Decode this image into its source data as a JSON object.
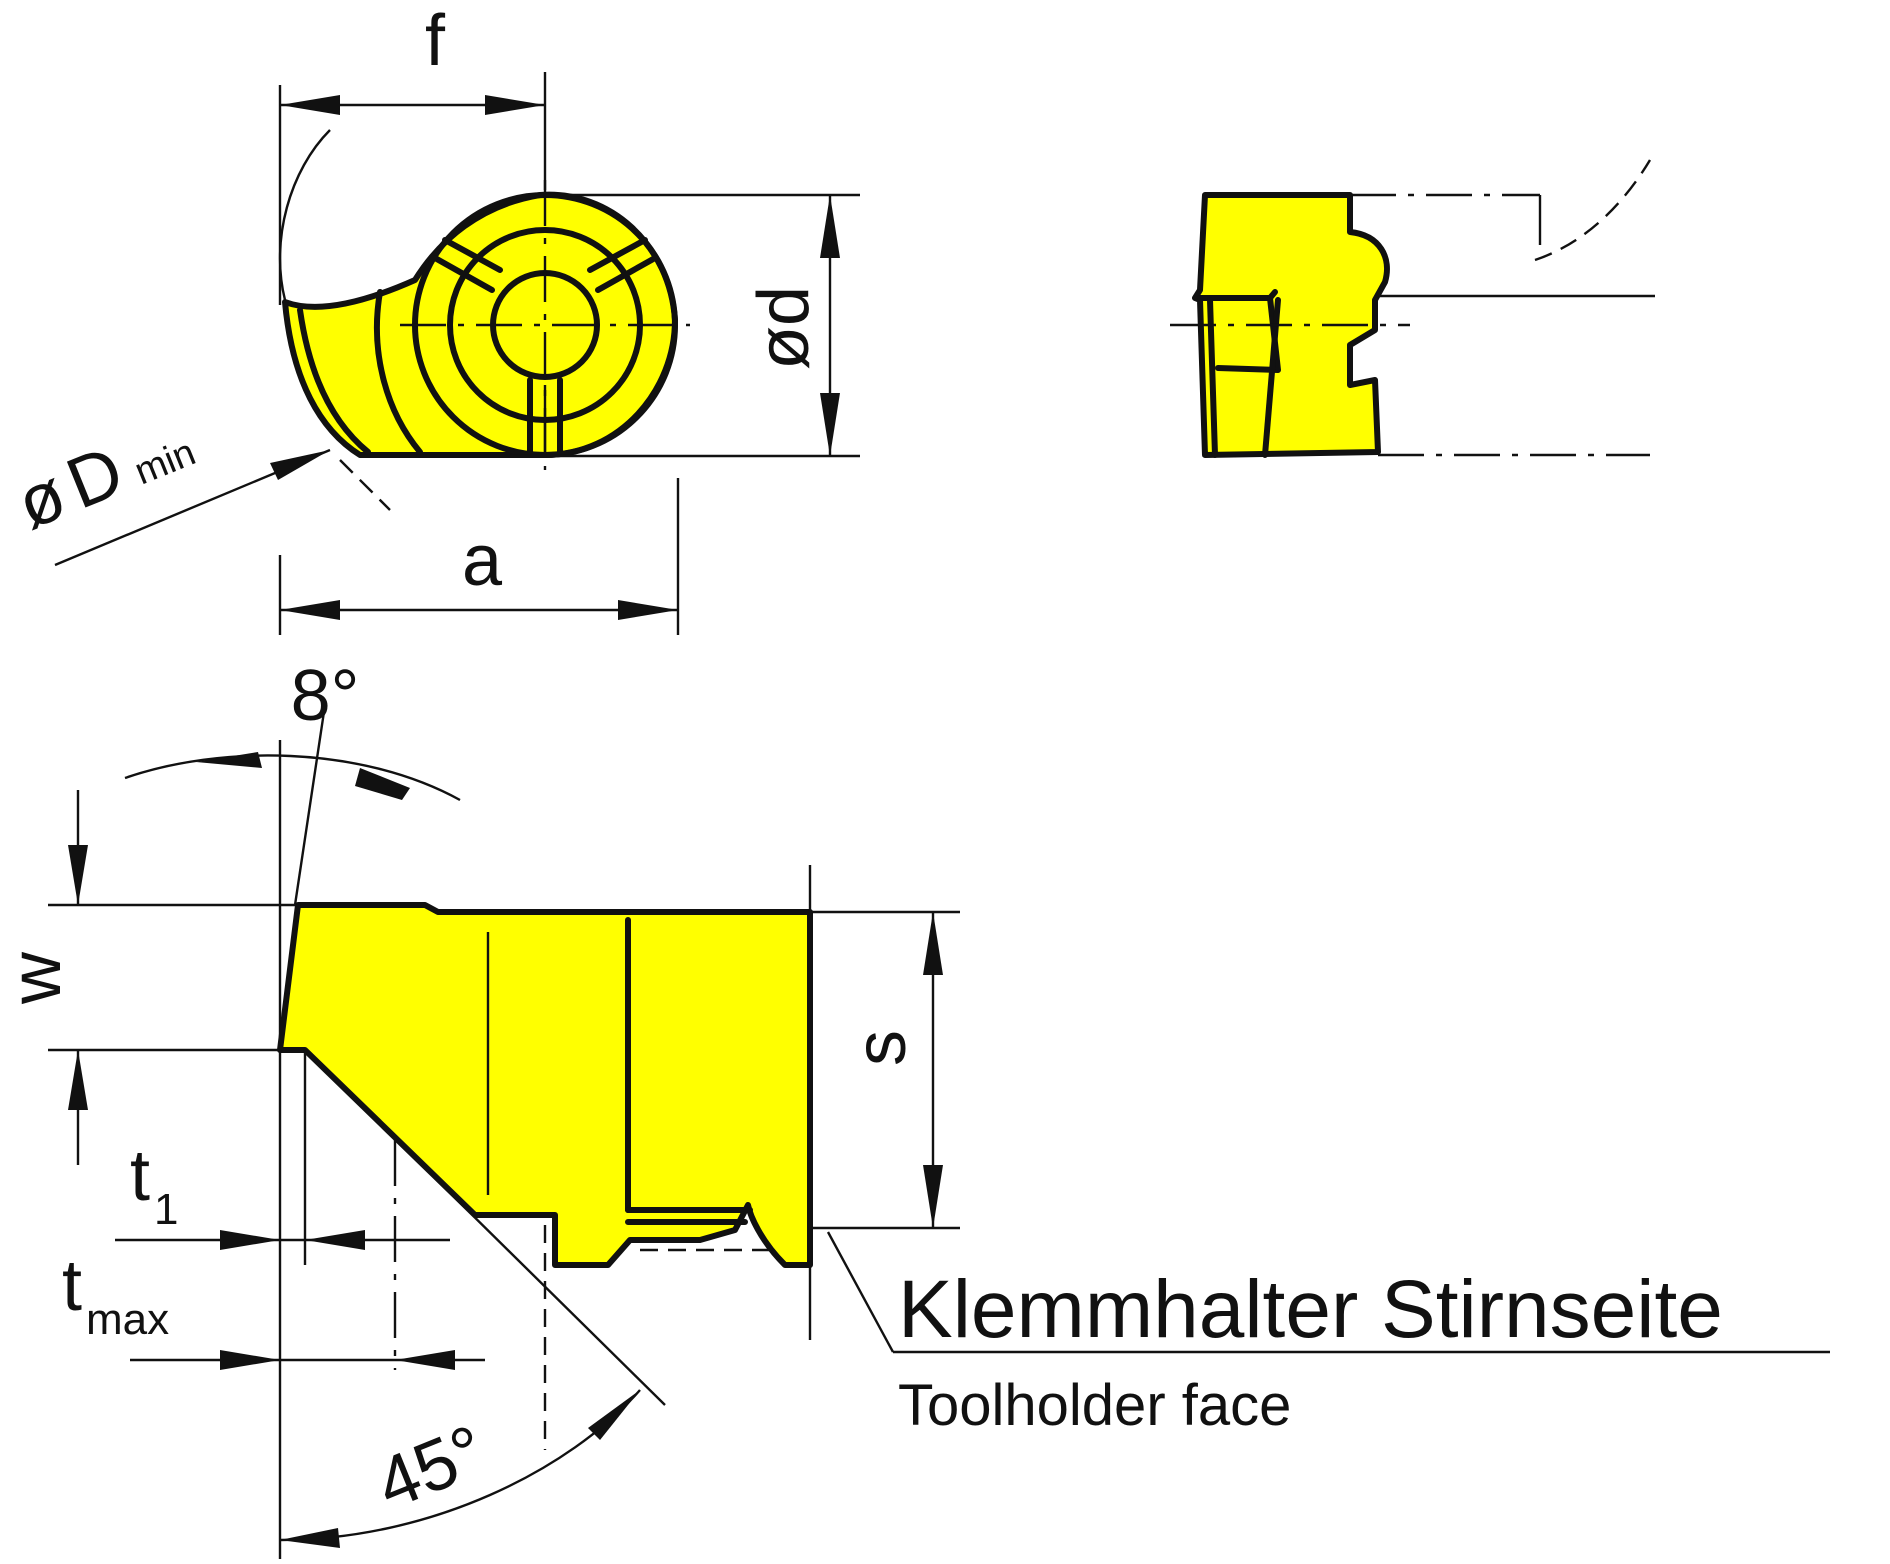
{
  "colors": {
    "insert_fill": "#ffff00",
    "line": "#111111",
    "background": "#ffffff"
  },
  "labels": {
    "f": "f",
    "d": "ød",
    "d_min_symbol": "ø",
    "d_min_letter": "D",
    "d_min_sub": "min",
    "a": "a",
    "angle_8": "8°",
    "w": "w",
    "s": "s",
    "t1_main": "t",
    "t1_sub": "1",
    "tmax_main": "t",
    "tmax_sub": "max",
    "angle_45": "45°",
    "toolholder_de": "Klemmhalter Stirnseite",
    "toolholder_en": "Toolholder face"
  }
}
